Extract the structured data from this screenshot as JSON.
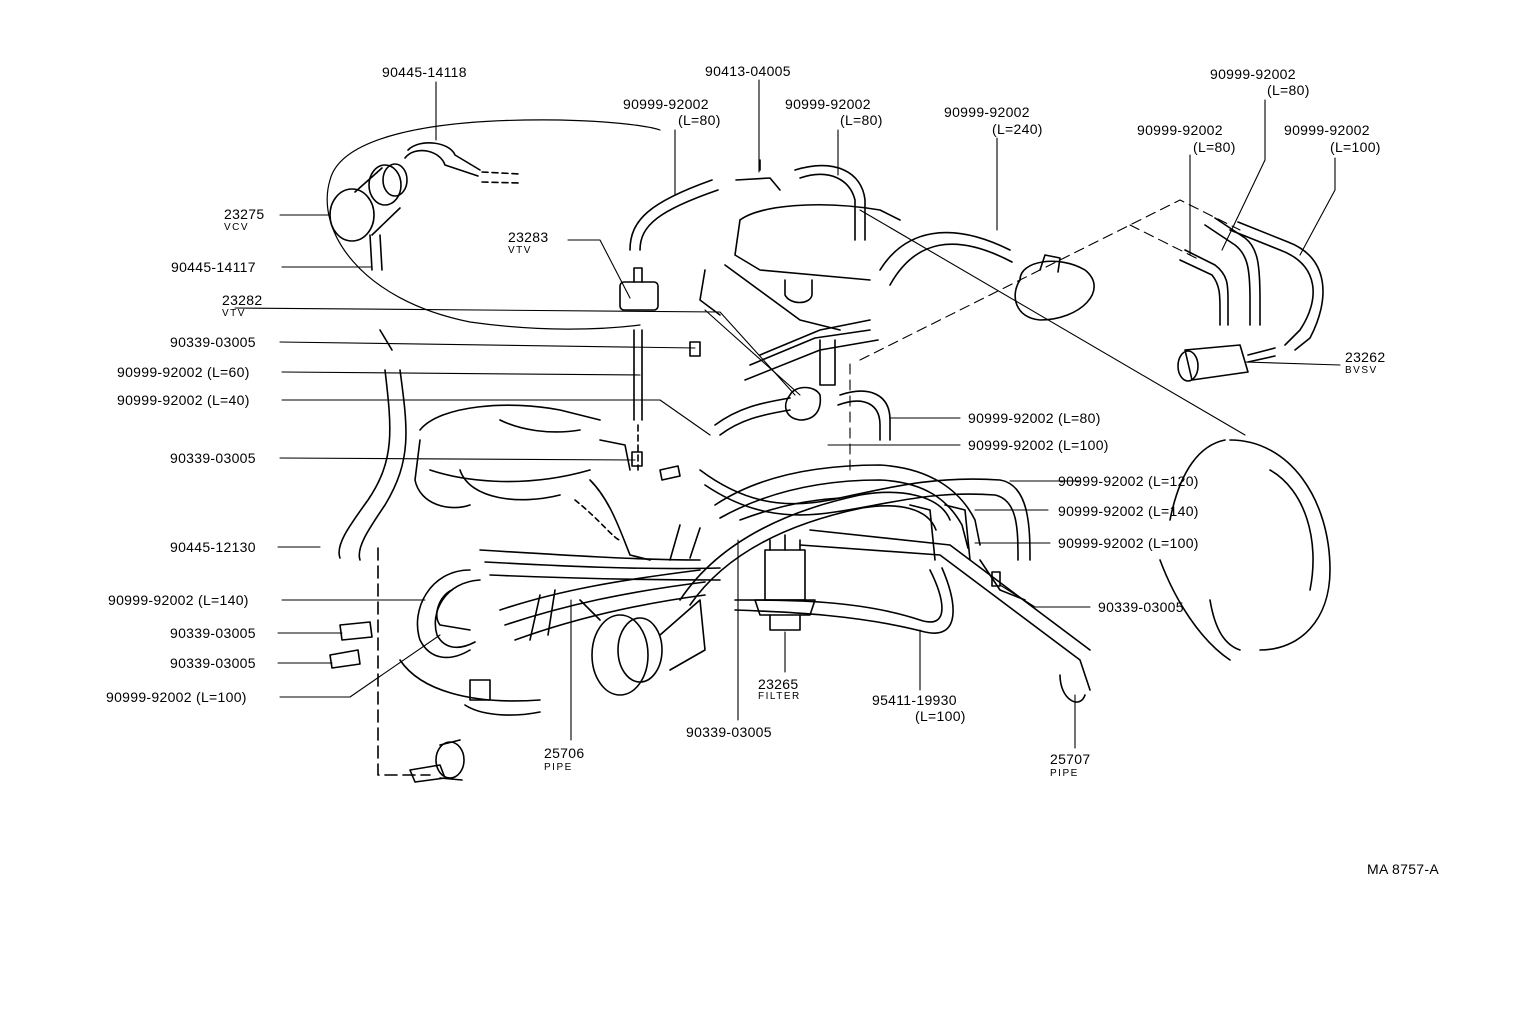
{
  "drawing_code": "MA 8757-A",
  "labels": {
    "p90445_14118": "90445-14118",
    "p90413_04005": "90413-04005",
    "hose_top_left": "90999-92002",
    "hose_top_left_len": "(L=80)",
    "hose_top_mid": "90999-92002",
    "hose_top_mid_len": "(L=80)",
    "hose_top_240": "90999-92002",
    "hose_top_240_len": "(L=240)",
    "hose_tr_80a": "90999-92002",
    "hose_tr_80a_len": "(L=80)",
    "hose_tr_80b": "90999-92002",
    "hose_tr_80b_len": "(L=80)",
    "hose_tr_100": "90999-92002",
    "hose_tr_100_len": "(L=100)",
    "vcv_no": "23275",
    "vcv": "VCV",
    "p90445_14117": "90445-14117",
    "vtv1_no": "23283",
    "vtv1": "VTV",
    "vtv2_no": "23282",
    "vtv2": "VTV",
    "clip_1": "90339-03005",
    "hose_l60": "90999-92002 (L=60)",
    "hose_l40": "90999-92002 (L=40)",
    "clip_2": "90339-03005",
    "p90445_12130": "90445-12130",
    "hose_l140_left": "90999-92002 (L=140)",
    "clip_3": "90339-03005",
    "clip_4": "90339-03005",
    "hose_l100_left": "90999-92002 (L=100)",
    "bvsv_no": "23262",
    "bvsv": "BVSV",
    "hose_r80": "90999-92002 (L=80)",
    "hose_r100": "90999-92002 (L=100)",
    "hose_r120": "90999-92002 (L=120)",
    "hose_r140": "90999-92002 (L=140)",
    "hose_r100b": "90999-92002 (L=100)",
    "clip_right": "90339-03005",
    "pipe1_no": "25706",
    "pipe1": "PIPE",
    "filter_no": "23265",
    "filter": "FILTER",
    "clip_bottom": "90339-03005",
    "p95411": "95411-19930",
    "p95411_len": "(L=100)",
    "pipe2_no": "25707",
    "pipe2": "PIPE"
  }
}
